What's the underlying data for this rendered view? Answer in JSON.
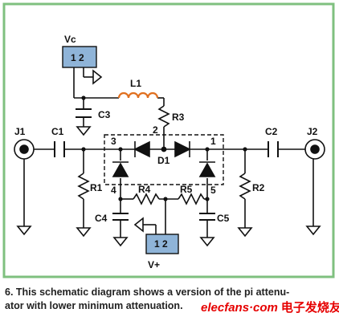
{
  "labels": {
    "vc": "Vc",
    "vc_pins": "1 2",
    "vplus": "V+",
    "vplus_pins": "1 2",
    "j1": "J1",
    "j2": "J2",
    "c1": "C1",
    "c2": "C2",
    "c3": "C3",
    "c4": "C4",
    "c5": "C5",
    "l1": "L1",
    "r1": "R1",
    "r2": "R2",
    "r3": "R3",
    "r4": "R4",
    "r5": "R5",
    "d1": "D1",
    "node1": "1",
    "node2": "2",
    "node3": "3",
    "node4": "4",
    "node5": "5"
  },
  "caption": {
    "line1": "6. This schematic diagram shows a version of the pi attenu-",
    "line2": "ator with lower minimum attenuation."
  },
  "watermark": {
    "site": "elecfans·com",
    "cn": "电子发烧友"
  },
  "colors": {
    "frame": "#7fc07f",
    "connector_fill": "#8fb4d8",
    "inductor": "#e07020",
    "wire": "#111111"
  }
}
